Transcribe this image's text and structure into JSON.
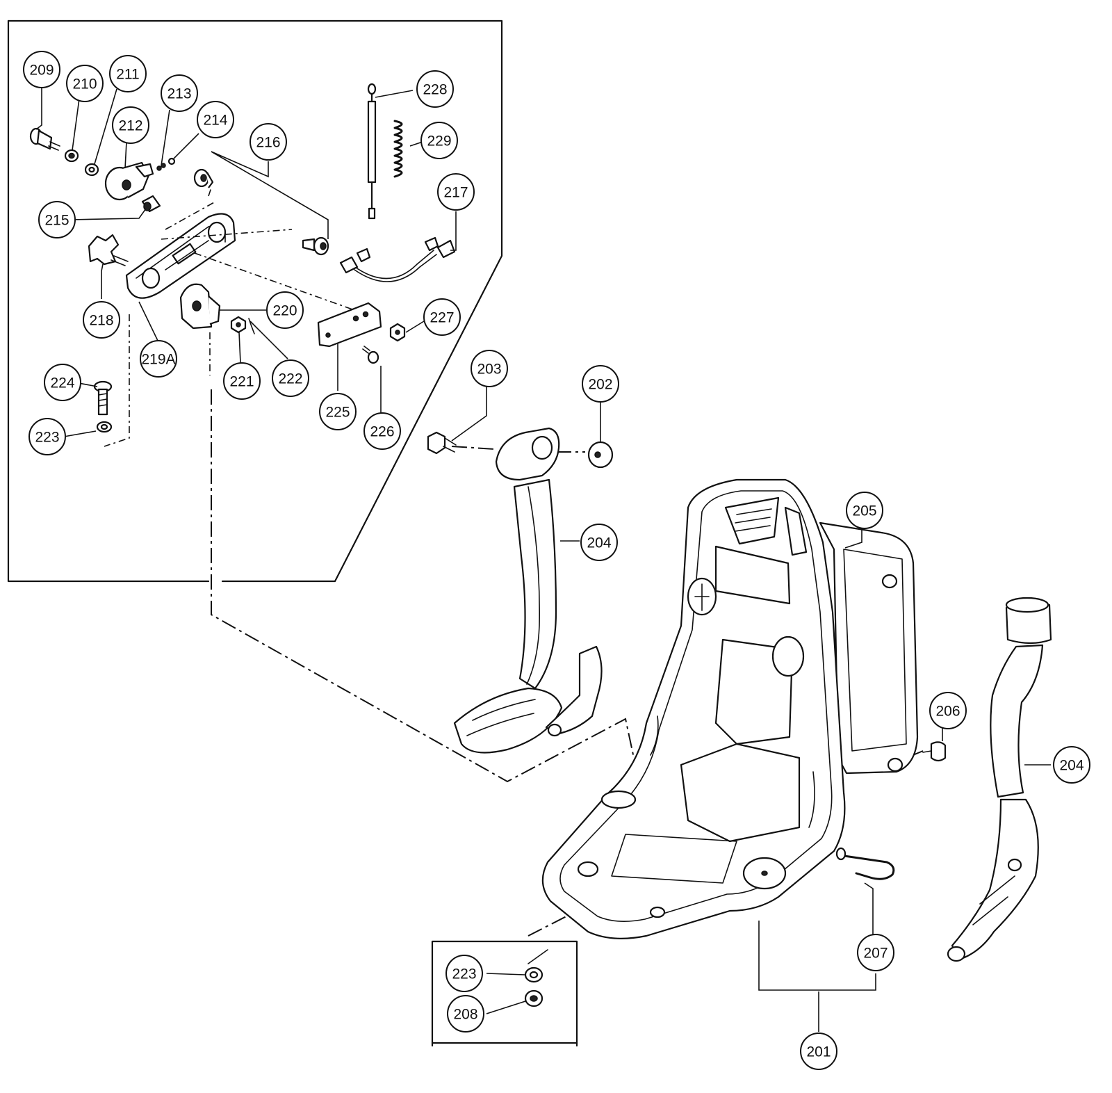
{
  "callouts": [
    {
      "id": "c209",
      "label": "209"
    },
    {
      "id": "c210",
      "label": "210"
    },
    {
      "id": "c211",
      "label": "211"
    },
    {
      "id": "c212",
      "label": "212"
    },
    {
      "id": "c213",
      "label": "213"
    },
    {
      "id": "c214",
      "label": "214"
    },
    {
      "id": "c215",
      "label": "215"
    },
    {
      "id": "c216",
      "label": "216"
    },
    {
      "id": "c217",
      "label": "217"
    },
    {
      "id": "c218",
      "label": "218"
    },
    {
      "id": "c219A",
      "label": "219A"
    },
    {
      "id": "c220",
      "label": "220"
    },
    {
      "id": "c221",
      "label": "221"
    },
    {
      "id": "c222",
      "label": "222"
    },
    {
      "id": "c223a",
      "label": "223"
    },
    {
      "id": "c224",
      "label": "224"
    },
    {
      "id": "c225",
      "label": "225"
    },
    {
      "id": "c226",
      "label": "226"
    },
    {
      "id": "c227",
      "label": "227"
    },
    {
      "id": "c228",
      "label": "228"
    },
    {
      "id": "c229",
      "label": "229"
    },
    {
      "id": "c203",
      "label": "203"
    },
    {
      "id": "c202",
      "label": "202"
    },
    {
      "id": "c204a",
      "label": "204"
    },
    {
      "id": "c205",
      "label": "205"
    },
    {
      "id": "c206",
      "label": "206"
    },
    {
      "id": "c204b",
      "label": "204"
    },
    {
      "id": "c207",
      "label": "207"
    },
    {
      "id": "c201",
      "label": "201"
    },
    {
      "id": "c223b",
      "label": "223"
    },
    {
      "id": "c208",
      "label": "208"
    }
  ]
}
